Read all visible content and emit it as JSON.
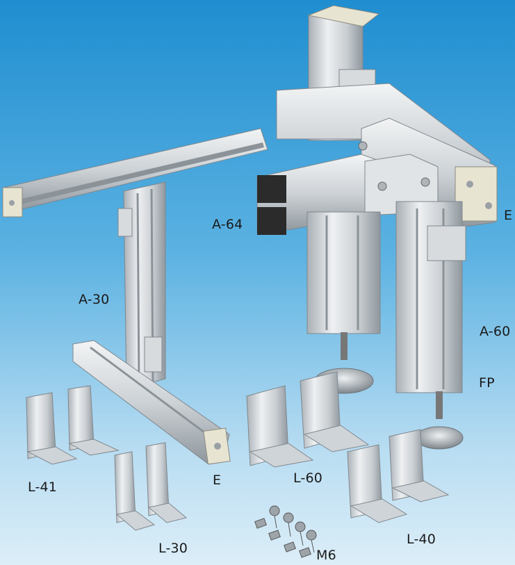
{
  "labels": {
    "a30": "A-30",
    "a64": "A-64",
    "a60": "A-60",
    "fp": "FP",
    "e_left": "E",
    "e_right": "E",
    "l41": "L-41",
    "l30": "L-30",
    "l60": "L-60",
    "l40": "L-40",
    "m6": "M6"
  },
  "colors": {
    "background_top": "#1f8ed0",
    "background_bottom": "#dceef8",
    "aluminum": "#d9dde0",
    "aluminum_shadow": "#9aa2a8",
    "end_cap": "#e8e4d2"
  }
}
